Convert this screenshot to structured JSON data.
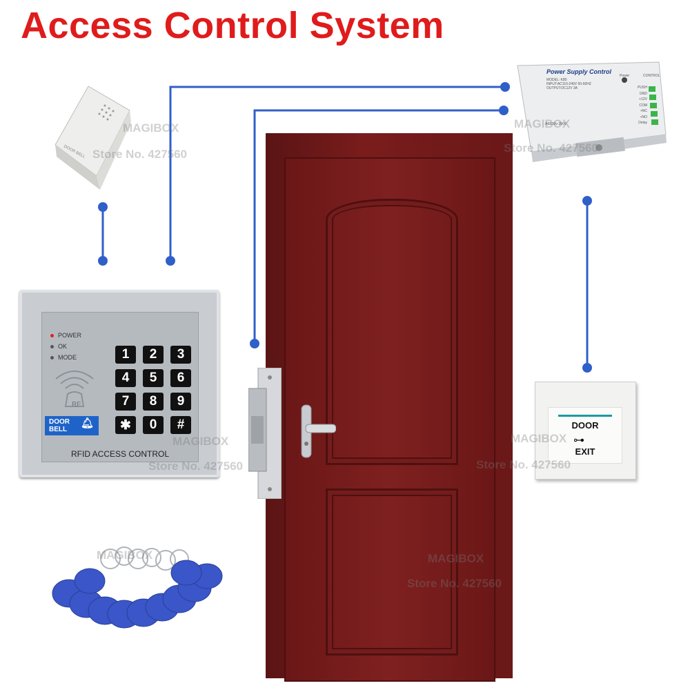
{
  "title": "Access Control System",
  "colors": {
    "title": "#e01b1b",
    "wire": "#2f5fc9",
    "door": "#7a1c1c",
    "tag_blue": "#3a56c8"
  },
  "door_bell": {
    "label": "DOOR BELL"
  },
  "power_supply": {
    "title": "Power Supply Control",
    "model_line": "MODEL: K80",
    "input_line": "INPUT:AC110-240V 50-60HZ",
    "output_line": "OUTPUT:DC12V 3A",
    "power_label": "Power",
    "control_label": "CONTROL",
    "terminals": [
      "PUSH",
      "GND",
      "+12V",
      "COM",
      "+NC",
      "+NO",
      "Delay"
    ],
    "ac_label": "AC100v-260V"
  },
  "keypad": {
    "leds": [
      "POWER",
      "OK",
      "MODE"
    ],
    "rf_label": "RF",
    "doorbell_label_1": "DOOR",
    "doorbell_label_2": "BELL",
    "keys": [
      "1",
      "2",
      "3",
      "4",
      "5",
      "6",
      "7",
      "8",
      "9",
      "✱",
      "0",
      "#"
    ],
    "label": "RFID ACCESS CONTROL"
  },
  "exit_button": {
    "top_text": "DOOR",
    "bottom_text": "EXIT"
  },
  "watermarks": [
    {
      "brand": "MAGIBOX",
      "store": "Store No. 427560"
    }
  ]
}
